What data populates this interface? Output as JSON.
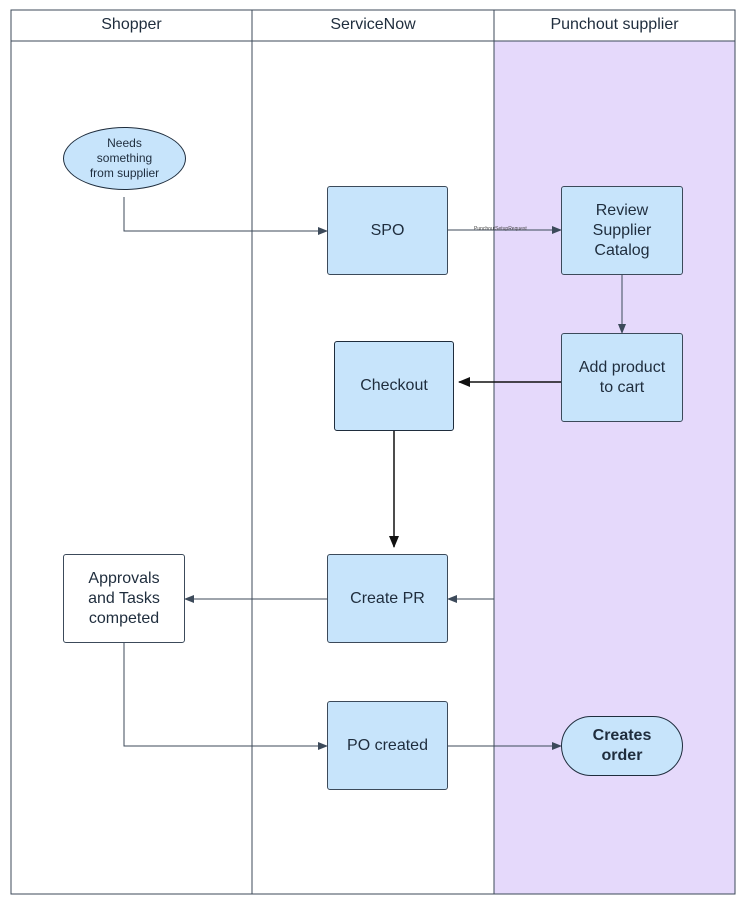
{
  "lanes": [
    {
      "title": "Shopper"
    },
    {
      "title": "ServiceNow"
    },
    {
      "title": "Punchout supplier"
    }
  ],
  "nodes": {
    "needs": "Needs\nsomething\nfrom supplier",
    "spo": "SPO",
    "review": "Review\nSupplier\nCatalog",
    "add_product": "Add product\nto cart",
    "checkout": "Checkout",
    "create_pr": "Create PR",
    "approvals": "Approvals\nand Tasks\ncompeted",
    "po_created": "PO created",
    "creates_order": "Creates\norder"
  },
  "edges": {
    "spo_to_review_label": "PunchoutSetupRequest"
  },
  "colors": {
    "node_fill": "#c7e4fb",
    "supplier_lane_fill": "#e5d9fb",
    "stroke": "#3c4a5a"
  }
}
